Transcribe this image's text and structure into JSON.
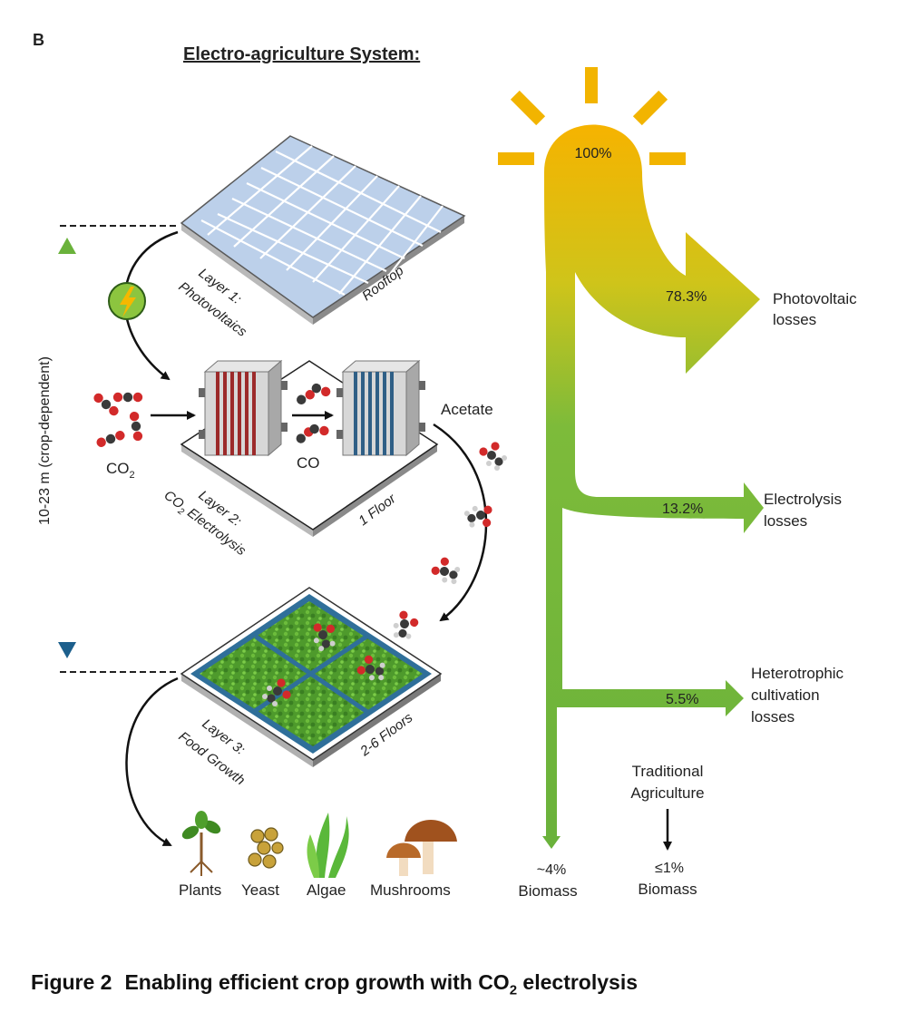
{
  "panel_letter": "B",
  "title": "Electro-agriculture System:",
  "height_label": "10-23 m (crop-dependent)",
  "layers": {
    "layer1": {
      "line1": "Layer 1:",
      "line2": "Photovoltaics",
      "location": "Rooftop"
    },
    "layer2": {
      "line1": "Layer 2:",
      "line2_prefix": "CO",
      "line2_sub": "2",
      "line2_suffix": " Electrolysis",
      "location": "1 Floor"
    },
    "layer3": {
      "line1": "Layer 3:",
      "line2": "Food Growth",
      "location": "2-6 Floors"
    }
  },
  "molecules": {
    "input_prefix": "CO",
    "input_sub": "2",
    "intermediate": "CO",
    "product": "Acetate"
  },
  "food_outputs": [
    "Plants",
    "Yeast",
    "Algae",
    "Mushrooms"
  ],
  "energy_flow": {
    "input_percent": "100%",
    "losses": [
      {
        "value": "78.3%",
        "label_line1": "Photovoltaic",
        "label_line2": "losses"
      },
      {
        "value": "13.2%",
        "label_line1": "Electrolysis",
        "label_line2": "losses"
      },
      {
        "value": "5.5%",
        "label_line1": "Heterotrophic",
        "label_line2": "cultivation",
        "label_line3": "losses"
      }
    ],
    "output": {
      "value": "~4%",
      "label": "Biomass"
    },
    "traditional": {
      "line1": "Traditional",
      "line2": "Agriculture",
      "value": "≤1%",
      "label": "Biomass"
    }
  },
  "caption": {
    "number": "Figure 2",
    "text_prefix": "Enabling efficient crop growth with CO",
    "text_sub": "2",
    "text_suffix": " electrolysis"
  },
  "colors": {
    "sun": "#f2b400",
    "flow_green": "#7dbb3a",
    "arrow_green": "#6ab23b",
    "axis_blue": "#1c5f8c",
    "cell_red": "#9c2a2a",
    "cell_blue": "#2f5f86",
    "solar_panel": "#bcd0ea",
    "grass": "#4f9a2d",
    "tray_blue": "#2f6f9a"
  }
}
